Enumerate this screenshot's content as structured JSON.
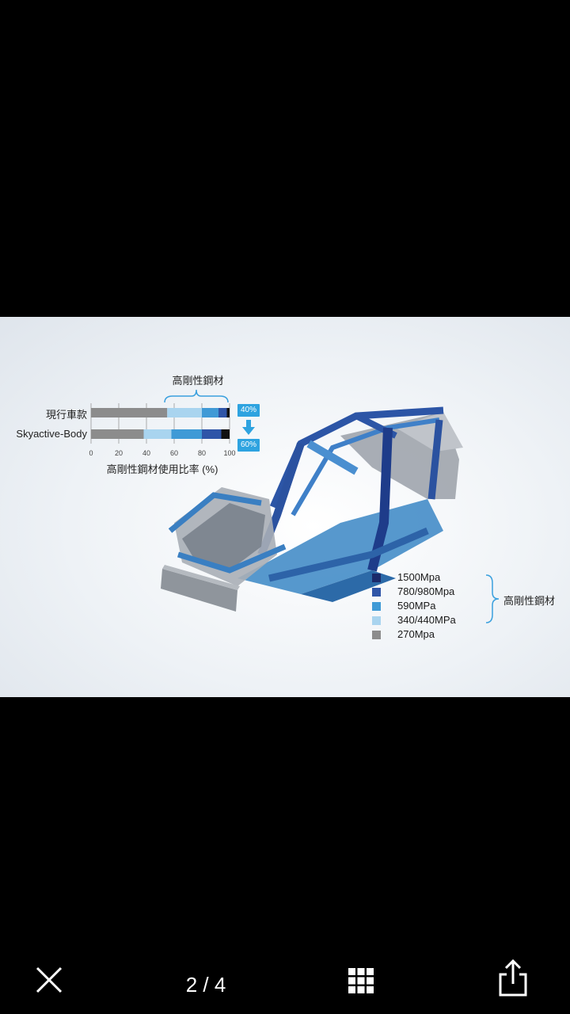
{
  "viewer": {
    "page_counter": "2 / 4",
    "close_icon": "close-icon",
    "grid_icon": "grid-icon",
    "share_icon": "share-icon"
  },
  "figure": {
    "chart_title": "高剛性鋼材",
    "rows": [
      {
        "label": "現行車款",
        "badge": "40%"
      },
      {
        "label": "Skyactive-Body",
        "badge": "60%"
      }
    ],
    "axis_title": "高剛性鋼材使用比率 (%)",
    "legend": [
      {
        "label": "1500Mpa",
        "color": "#1b2a6b"
      },
      {
        "label": "780/980Mpa",
        "color": "#2f55a8"
      },
      {
        "label": "590MPa",
        "color": "#3f9ad6"
      },
      {
        "label": "340/440MPa",
        "color": "#a9d4ef"
      },
      {
        "label": "270Mpa",
        "color": "#8c8c8c"
      }
    ],
    "brace_label": "高剛性鋼材"
  },
  "chart_data": {
    "type": "bar",
    "orientation": "horizontal-stacked",
    "title": "高剛性鋼材",
    "xlabel": "高剛性鋼材使用比率 (%)",
    "xlim": [
      0,
      100
    ],
    "x_ticks": [
      "0",
      "20",
      "40",
      "60",
      "80",
      "100"
    ],
    "categories": [
      "現行車款",
      "Skyactive-Body"
    ],
    "series": [
      {
        "name": "270Mpa",
        "color": "#8c8c8c",
        "values": [
          55,
          38
        ]
      },
      {
        "name": "340/440MPa",
        "color": "#a9d4ef",
        "values": [
          25,
          20
        ]
      },
      {
        "name": "590MPa",
        "color": "#3f9ad6",
        "values": [
          12,
          22
        ]
      },
      {
        "name": "780/980Mpa",
        "color": "#2f55a8",
        "values": [
          6,
          14
        ]
      },
      {
        "name": "1500Mpa",
        "color": "#111111",
        "values": [
          2,
          6
        ]
      }
    ],
    "annotations": [
      "40%",
      "60%"
    ]
  }
}
